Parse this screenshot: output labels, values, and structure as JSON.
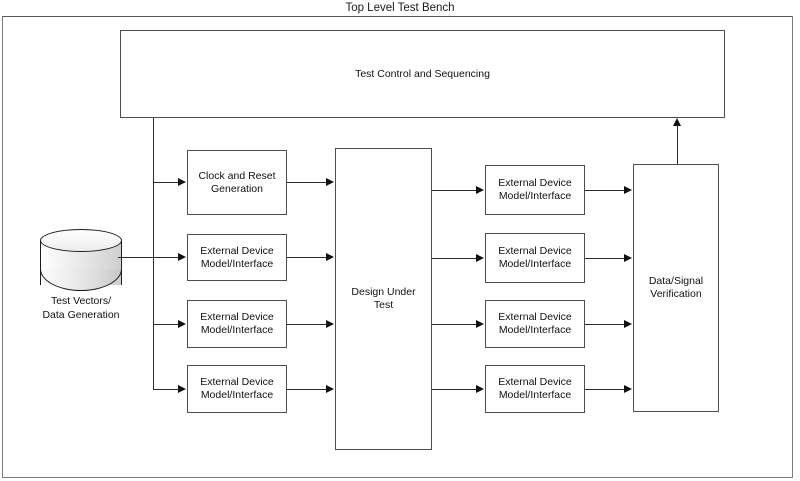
{
  "diagram": {
    "title": "Top Level Test Bench",
    "type": "block-diagram",
    "colors": {
      "background": "#ffffff",
      "box_border": "#4d4d4d",
      "frame_border": "#7a7a7a",
      "connector": "#2a2a2a",
      "text": "#111111"
    },
    "datastore": {
      "label": "Test Vectors/\nData Generation",
      "shape": "cylinder"
    },
    "blocks": {
      "control": {
        "label": "Test Control and Sequencing"
      },
      "dut": {
        "label": "Design Under\nTest"
      },
      "verification": {
        "label": "Data/Signal\nVerification"
      },
      "left_column": [
        {
          "label": "Clock and Reset\nGeneration"
        },
        {
          "label": "External Device\nModel/Interface"
        },
        {
          "label": "External Device\nModel/Interface"
        },
        {
          "label": "External Device\nModel/Interface"
        }
      ],
      "right_column": [
        {
          "label": "External Device\nModel/Interface"
        },
        {
          "label": "External Device\nModel/Interface"
        },
        {
          "label": "External Device\nModel/Interface"
        },
        {
          "label": "External Device\nModel/Interface"
        }
      ]
    }
  }
}
